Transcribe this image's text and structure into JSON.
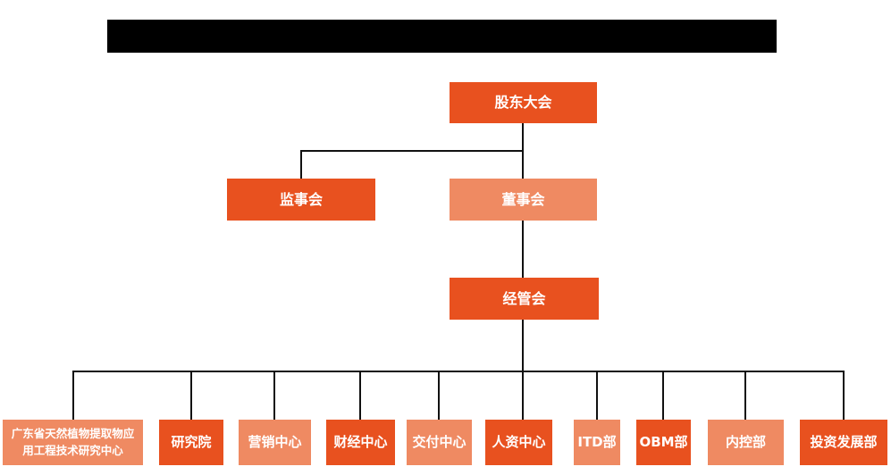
{
  "colors": {
    "node_primary": "#E8511F",
    "node_secondary": "#EF8A62",
    "connector_line": "#111111",
    "redaction": "#000000"
  },
  "org": {
    "level1": {
      "label": "股东大会"
    },
    "level2": [
      {
        "label": "监事会"
      },
      {
        "label": "董事会"
      }
    ],
    "level3": {
      "label": "经管会"
    },
    "departments": [
      {
        "label": "广东省天然植物提取物应用工程技术研究中心"
      },
      {
        "label": "研究院"
      },
      {
        "label": "营销中心"
      },
      {
        "label": "财经中心"
      },
      {
        "label": "交付中心"
      },
      {
        "label": "人资中心"
      },
      {
        "label": "ITD部"
      },
      {
        "label": "OBM部"
      },
      {
        "label": "内控部"
      },
      {
        "label": "投资发展部"
      }
    ]
  }
}
